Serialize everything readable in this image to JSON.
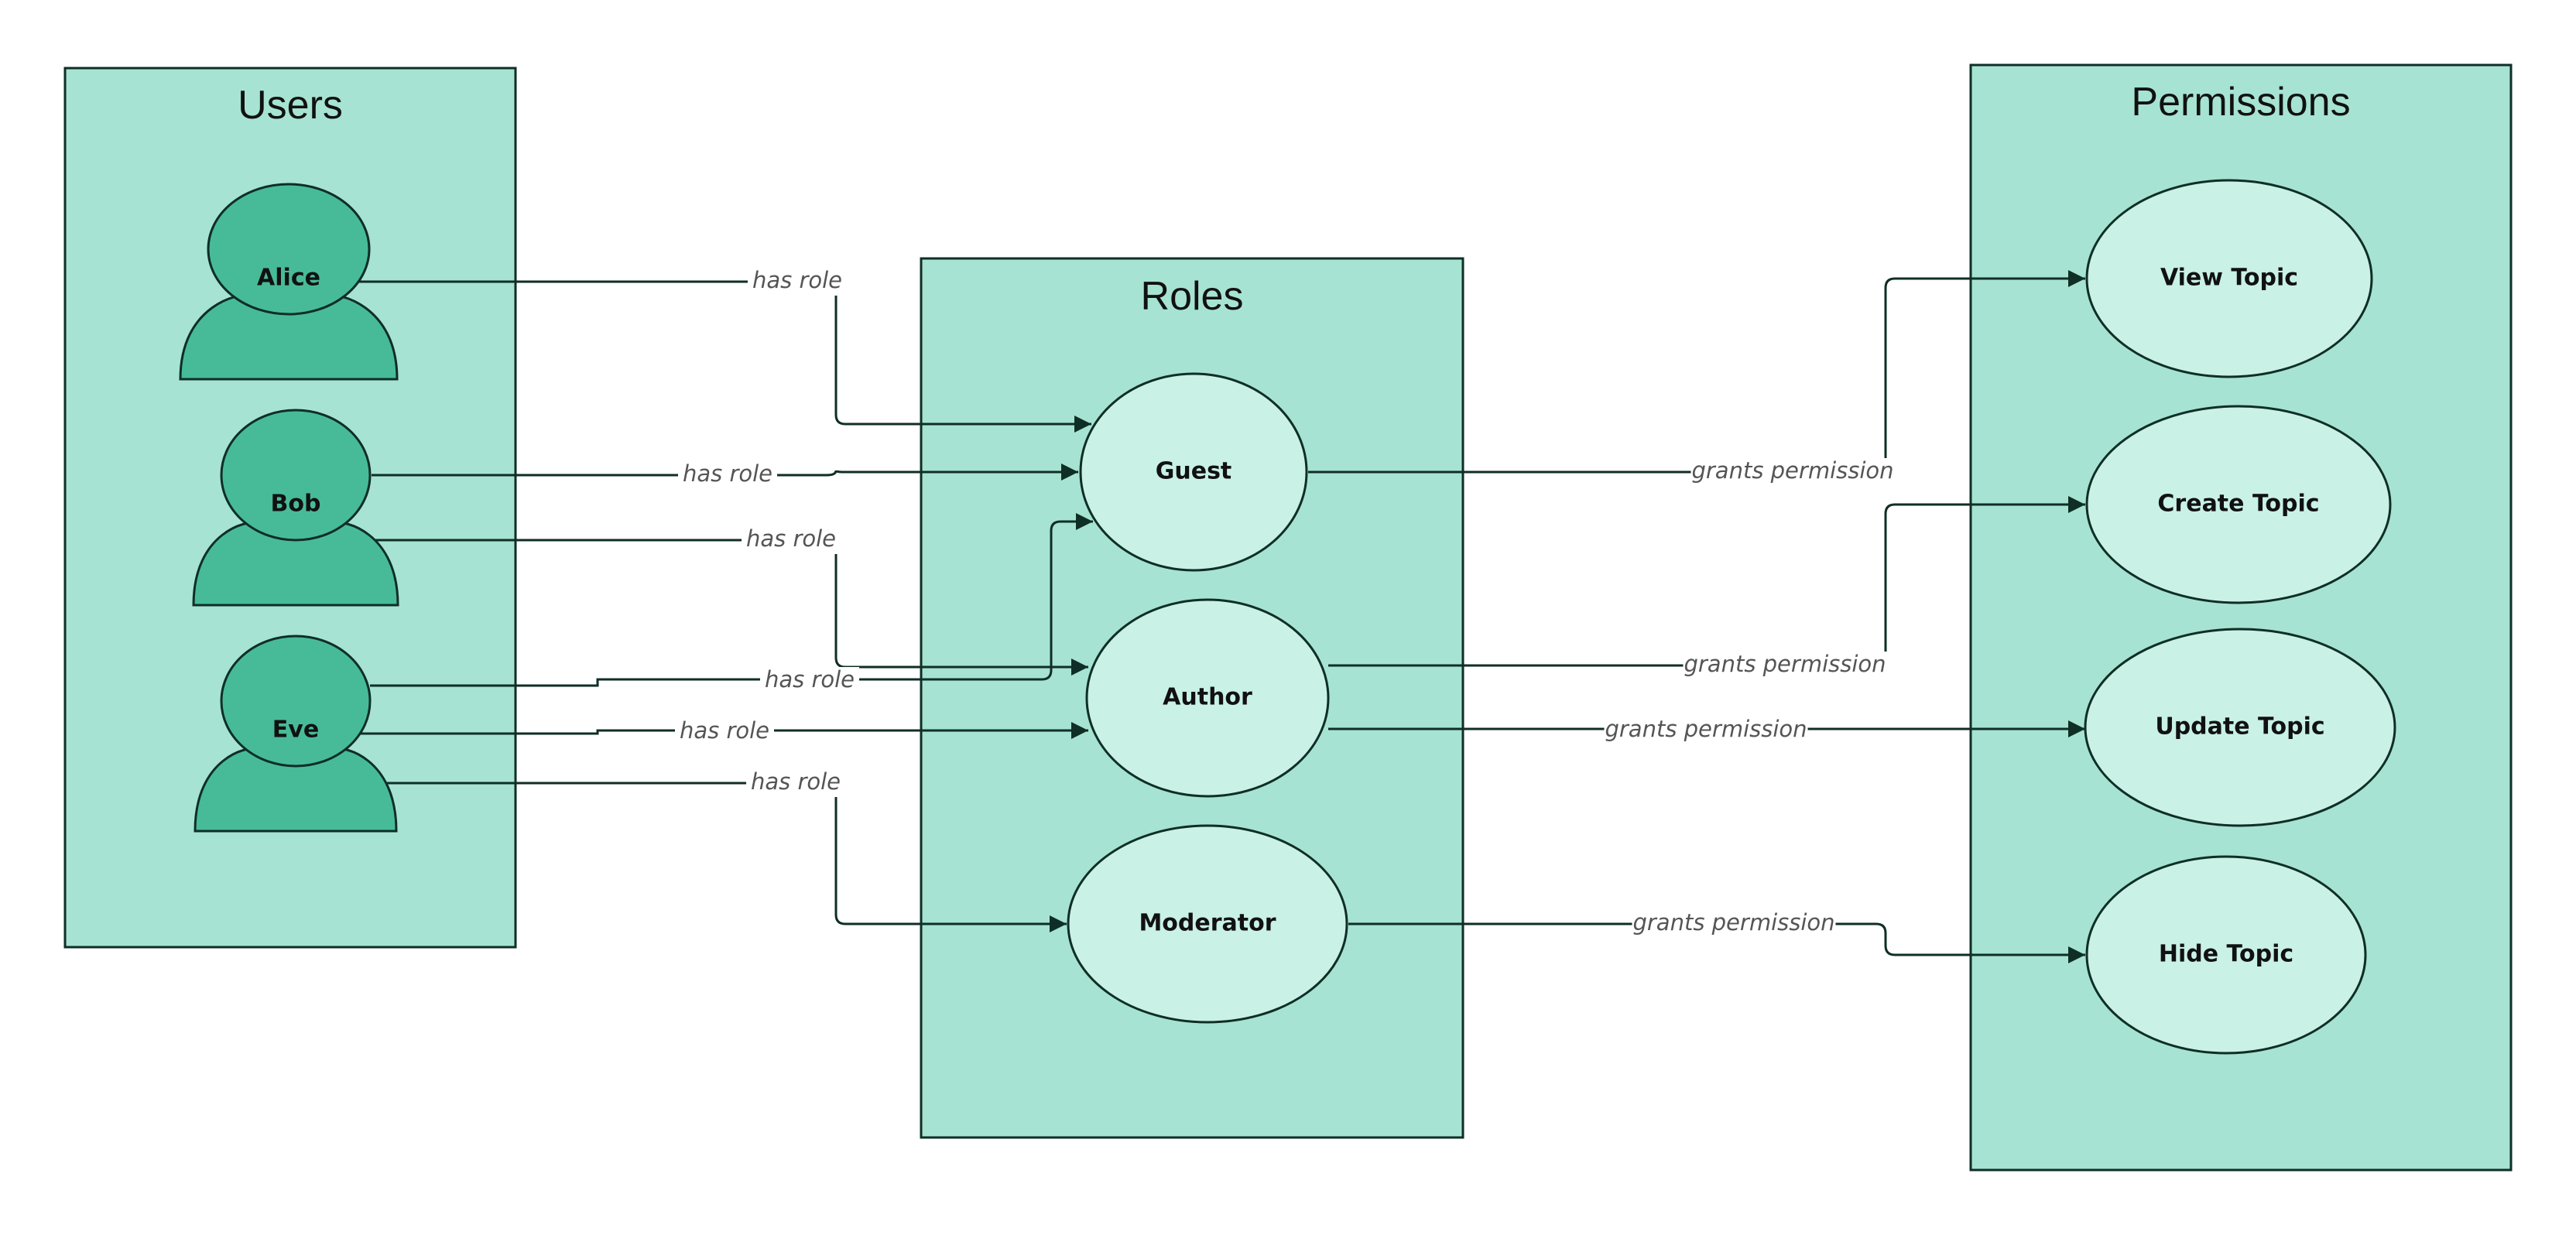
{
  "colors": {
    "group_fill": "#a6e3d2",
    "person_fill": "#47bb98",
    "node_fill": "#c9f1e5",
    "stroke": "#0f2e26",
    "edge_label": "#555555"
  },
  "groups": {
    "users": {
      "title": "Users"
    },
    "roles": {
      "title": "Roles"
    },
    "permissions": {
      "title": "Permissions"
    }
  },
  "users": [
    {
      "id": "alice",
      "name": "Alice"
    },
    {
      "id": "bob",
      "name": "Bob"
    },
    {
      "id": "eve",
      "name": "Eve"
    }
  ],
  "roles": [
    {
      "id": "guest",
      "name": "Guest"
    },
    {
      "id": "author",
      "name": "Author"
    },
    {
      "id": "moderator",
      "name": "Moderator"
    }
  ],
  "permissions": [
    {
      "id": "view",
      "name": "View Topic"
    },
    {
      "id": "create",
      "name": "Create Topic"
    },
    {
      "id": "update",
      "name": "Update Topic"
    },
    {
      "id": "hide",
      "name": "Hide Topic"
    }
  ],
  "edges": [
    {
      "from": "alice",
      "to": "guest",
      "label": "has role"
    },
    {
      "from": "bob",
      "to": "guest",
      "label": "has role"
    },
    {
      "from": "bob",
      "to": "author",
      "label": "has role"
    },
    {
      "from": "eve",
      "to": "guest",
      "label": "has role"
    },
    {
      "from": "eve",
      "to": "author",
      "label": "has role"
    },
    {
      "from": "eve",
      "to": "moderator",
      "label": "has role"
    },
    {
      "from": "guest",
      "to": "view",
      "label": "grants permission"
    },
    {
      "from": "author",
      "to": "create",
      "label": "grants permission"
    },
    {
      "from": "author",
      "to": "update",
      "label": "grants permission"
    },
    {
      "from": "moderator",
      "to": "hide",
      "label": "grants permission"
    }
  ]
}
